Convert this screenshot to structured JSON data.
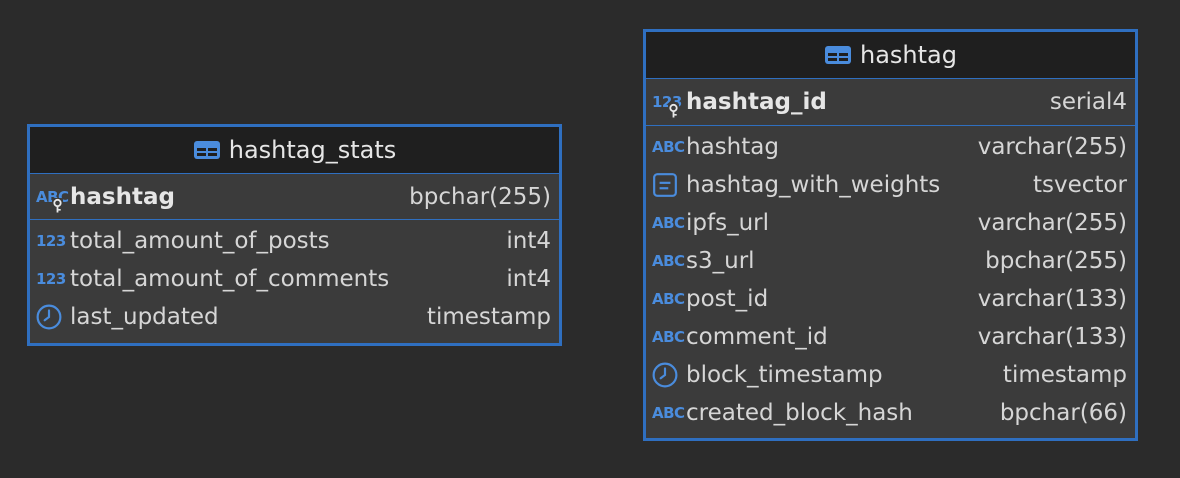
{
  "colors": {
    "accent": "#2f6fc0",
    "icon": "#4a8cdd",
    "header_bg": "#1f1f1f",
    "body_bg": "#3b3b3b",
    "canvas_bg": "#2b2b2b"
  },
  "tables": [
    {
      "name": "hashtag_stats",
      "primary_key": {
        "icon": "abc-key-icon",
        "icon_text": "ABC",
        "name": "hashtag",
        "type": "bpchar(255)"
      },
      "columns": [
        {
          "icon": "numeric-icon",
          "icon_text": "123",
          "name": "total_amount_of_posts",
          "type": "int4"
        },
        {
          "icon": "numeric-icon",
          "icon_text": "123",
          "name": "total_amount_of_comments",
          "type": "int4"
        },
        {
          "icon": "clock-icon",
          "icon_text": "",
          "name": "last_updated",
          "type": "timestamp"
        }
      ]
    },
    {
      "name": "hashtag",
      "primary_key": {
        "icon": "numeric-key-icon",
        "icon_text": "123",
        "name": "hashtag_id",
        "type": "serial4"
      },
      "columns": [
        {
          "icon": "text-icon",
          "icon_text": "ABC",
          "name": "hashtag",
          "type": "varchar(255)"
        },
        {
          "icon": "document-icon",
          "icon_text": "",
          "name": "hashtag_with_weights",
          "type": "tsvector"
        },
        {
          "icon": "text-icon",
          "icon_text": "ABC",
          "name": "ipfs_url",
          "type": "varchar(255)"
        },
        {
          "icon": "text-icon",
          "icon_text": "ABC",
          "name": "s3_url",
          "type": "bpchar(255)"
        },
        {
          "icon": "text-icon",
          "icon_text": "ABC",
          "name": "post_id",
          "type": "varchar(133)"
        },
        {
          "icon": "text-icon",
          "icon_text": "ABC",
          "name": "comment_id",
          "type": "varchar(133)"
        },
        {
          "icon": "clock-icon",
          "icon_text": "",
          "name": "block_timestamp",
          "type": "timestamp"
        },
        {
          "icon": "text-icon",
          "icon_text": "ABC",
          "name": "created_block_hash",
          "type": "bpchar(66)"
        }
      ]
    }
  ]
}
